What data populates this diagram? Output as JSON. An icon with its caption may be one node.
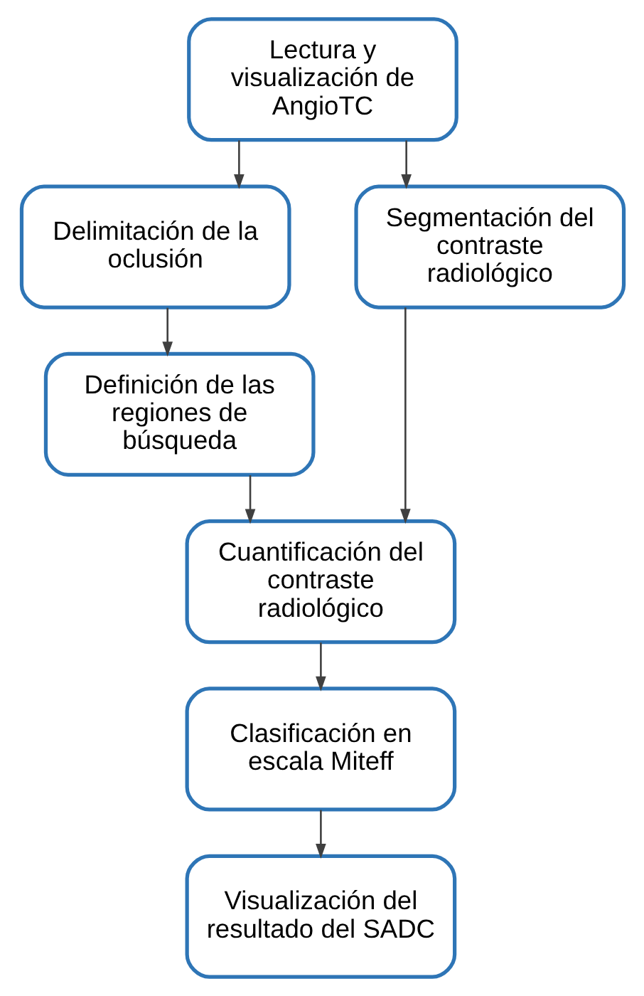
{
  "diagram": {
    "nodes": [
      {
        "text": [
          "Lectura y visualización de AngioTC"
        ]
      },
      {
        "text": [
          "Delimitación de la oclusión"
        ]
      },
      {
        "text": [
          "Definición de las regiones de búsqueda"
        ]
      },
      {
        "text": [
          "Segmentación del contraste radiológico"
        ]
      },
      {
        "text": [
          "Cuantificación del contraste radiológico"
        ]
      },
      {
        "text": [
          "Clasificación en escala Miteff"
        ]
      },
      {
        "text": [
          "Visualización del resultado del SADC"
        ]
      }
    ],
    "edges": [
      {
        "from": 0,
        "to": 1,
        "arrow": "to"
      },
      {
        "from": 0,
        "to": 3,
        "arrow": "to"
      },
      {
        "from": 1,
        "to": 2,
        "arrow": "to"
      },
      {
        "from": 2,
        "to": 4,
        "arrow": "to"
      },
      {
        "from": 3,
        "to": 4,
        "arrow": "to"
      },
      {
        "from": 4,
        "to": 5,
        "arrow": "to"
      },
      {
        "from": 5,
        "to": 6,
        "arrow": "to"
      }
    ]
  }
}
